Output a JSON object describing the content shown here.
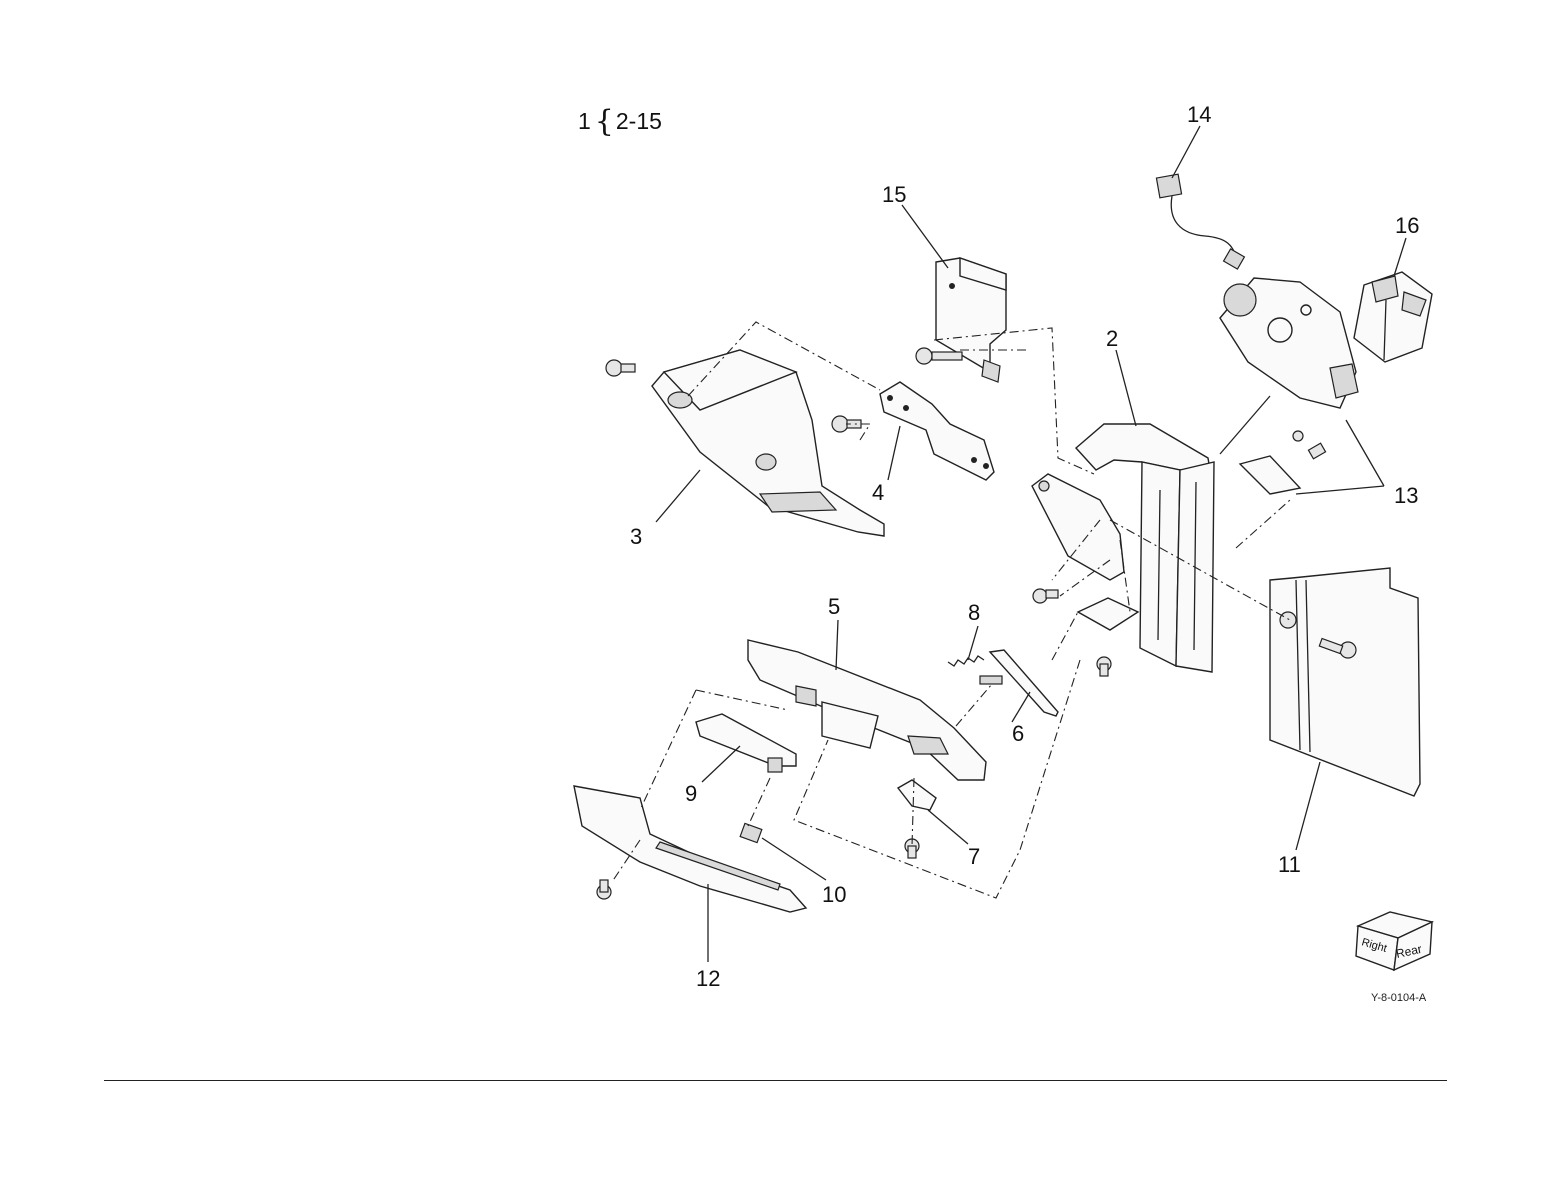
{
  "header": {
    "assembly_ref": "1",
    "assembly_range": "2-15"
  },
  "callouts": {
    "c2": "2",
    "c3": "3",
    "c4": "4",
    "c5": "5",
    "c6": "6",
    "c7": "7",
    "c8": "8",
    "c9": "9",
    "c10": "10",
    "c11": "11",
    "c12": "12",
    "c13": "13",
    "c14": "14",
    "c15": "15",
    "c16": "16"
  },
  "orientation_cube": {
    "face_left": "Right",
    "face_right": "Rear"
  },
  "drawing_id": "Y-8-0104-A"
}
